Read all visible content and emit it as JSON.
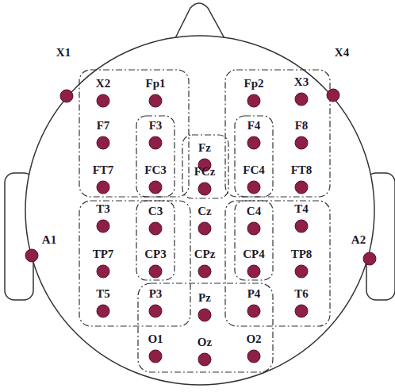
{
  "diagram": {
    "labels": [
      "X1",
      "X2",
      "Fp1",
      "Fp2",
      "X3",
      "X4",
      "F7",
      "F3",
      "Fz",
      "F4",
      "F8",
      "FT7",
      "FC3",
      "FCz",
      "FC4",
      "FT8",
      "A1",
      "T3",
      "C3",
      "Cz",
      "C4",
      "T4",
      "A2",
      "TP7",
      "CP3",
      "CPz",
      "CP4",
      "TP8",
      "T5",
      "P3",
      "Pz",
      "P4",
      "T6",
      "O1",
      "Oz",
      "O2"
    ]
  }
}
